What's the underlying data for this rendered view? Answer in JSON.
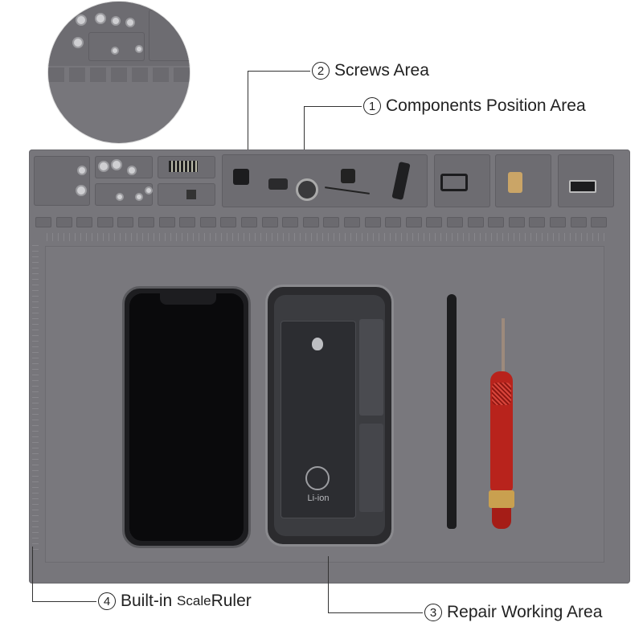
{
  "callouts": {
    "screws": {
      "num": "2",
      "label": "Screws Area"
    },
    "components": {
      "num": "1",
      "label": "Components Position Area"
    },
    "ruler": {
      "num": "4",
      "label_a": "Built-in",
      "label_b": "Scale",
      "label_c": "Ruler"
    },
    "repair": {
      "num": "3",
      "label": "Repair Working Area"
    }
  },
  "battery_label": "Li-ion",
  "colors": {
    "mat": "#77767b",
    "phone_frame": "#2b2b2e",
    "screwdriver_handle": "#b8231c",
    "spudger": "#1c1c1e"
  }
}
